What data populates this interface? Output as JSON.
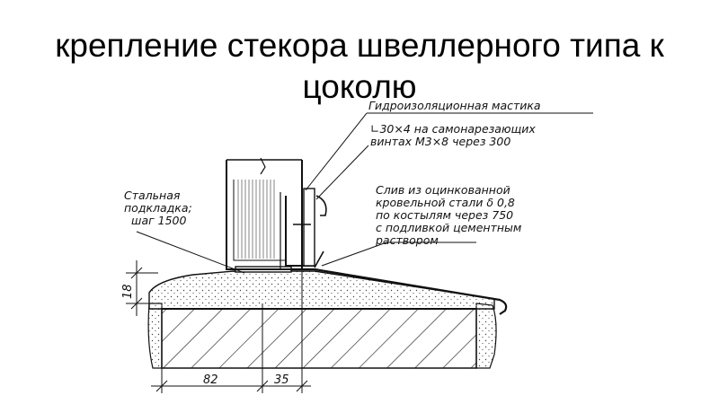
{
  "title": "крепление стекора швеллерного типа к цоколю",
  "labels": {
    "mastic": "Гидроизоляционная мастика",
    "angle_line1": "∟30×4 на самонарезающих",
    "angle_line2": "винтах М3×8 через 300",
    "pad_line1": "Стальная",
    "pad_line2": "подкладка;",
    "pad_line3": "шаг 1500",
    "drain_line1": "Слив из оцинкованной",
    "drain_line2": "кровельной стали δ 0,8",
    "drain_line3": "по костылям через 750",
    "drain_line4": "с подливкой цементным",
    "drain_line5": "раствором"
  },
  "dimensions": {
    "d18": "18",
    "d82": "82",
    "d35": "35"
  }
}
